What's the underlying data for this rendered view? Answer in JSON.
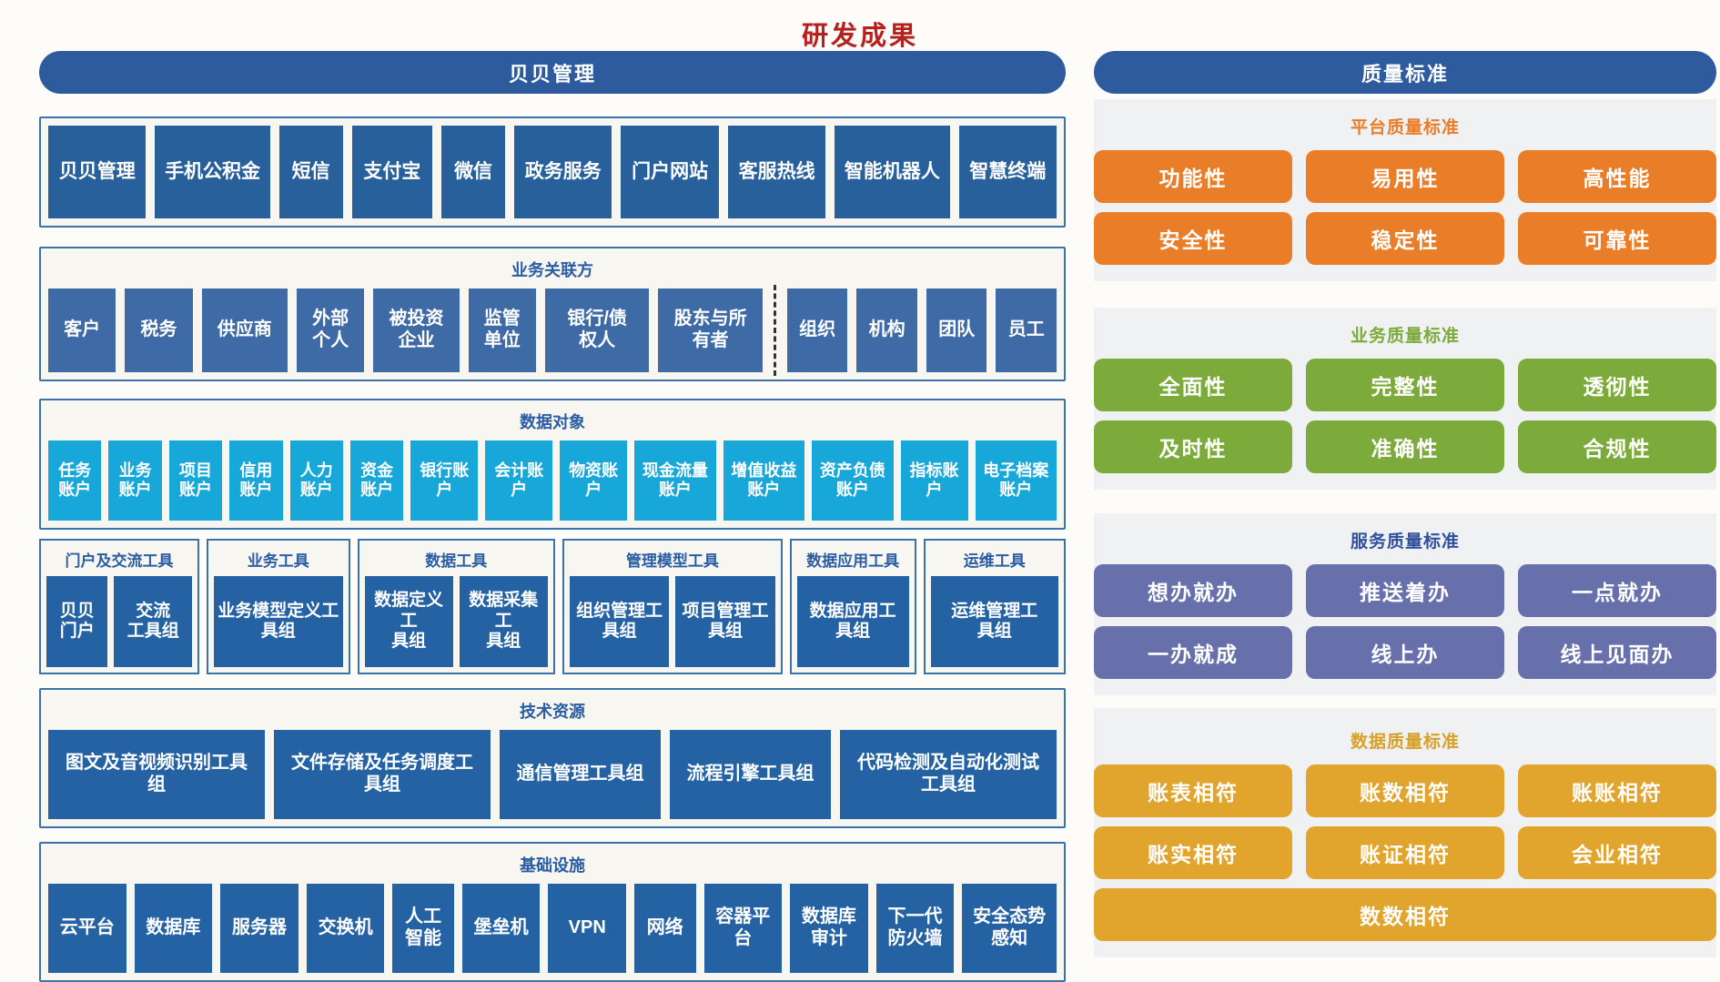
{
  "page_title": "研发成果",
  "colors": {
    "title_red": "#b5211f",
    "panel_blue": "#2d5b9e",
    "blue1": "#28609b",
    "blue2": "#3e6ba6",
    "blue3": "#2462a3",
    "cyan": "#18a7d9",
    "orange": "#ea7e28",
    "green": "#7cab3b",
    "purple": "#6770aa",
    "gold": "#e1a42d"
  },
  "left_panel": {
    "header": "贝贝管理",
    "channels": [
      "贝贝管理",
      "手机公积金",
      "短信",
      "支付宝",
      "微信",
      "政务服务",
      "门户网站",
      "客服热线",
      "智能机器人",
      "智慧终端"
    ],
    "stakeholders": {
      "title": "业务关联方",
      "external": [
        "客户",
        "税务",
        "供应商",
        "外部\n个人",
        "被投资\n企业",
        "监管\n单位",
        "银行/债\n权人",
        "股东与所\n有者"
      ],
      "internal": [
        "组织",
        "机构",
        "团队",
        "员工"
      ]
    },
    "data_objects": {
      "title": "数据对象",
      "items": [
        "任务\n账户",
        "业务\n账户",
        "项目\n账户",
        "信用\n账户",
        "人力\n账户",
        "资金\n账户",
        "银行账\n户",
        "会计账\n户",
        "物资账\n户",
        "现金流量\n账户",
        "增值收益\n账户",
        "资产负债\n账户",
        "指标账\n户",
        "电子档案\n账户"
      ]
    },
    "tool_groups": [
      {
        "title": "门户及交流工具",
        "items": [
          "贝贝\n门户",
          "交流\n工具组"
        ]
      },
      {
        "title": "业务工具",
        "items": [
          "业务模型定义工\n具组"
        ]
      },
      {
        "title": "数据工具",
        "items": [
          "数据定义工\n具组",
          "数据采集工\n具组"
        ]
      },
      {
        "title": "管理模型工具",
        "items": [
          "组织管理工\n具组",
          "项目管理工\n具组"
        ]
      },
      {
        "title": "数据应用工具",
        "items": [
          "数据应用工\n具组"
        ]
      },
      {
        "title": "运维工具",
        "items": [
          "运维管理工\n具组"
        ]
      }
    ],
    "tech_resources": {
      "title": "技术资源",
      "items": [
        "图文及音视频识别工具\n组",
        "文件存储及任务调度工\n具组",
        "通信管理工具组",
        "流程引擎工具组",
        "代码检测及自动化测试\n工具组"
      ]
    },
    "infrastructure": {
      "title": "基础设施",
      "items": [
        "云平台",
        "数据库",
        "服务器",
        "交换机",
        "人工\n智能",
        "堡垒机",
        "VPN",
        "网络",
        "容器平\n台",
        "数据库\n审计",
        "下一代\n防火墙",
        "安全态势\n感知"
      ]
    }
  },
  "right_panel": {
    "header": "质量标准",
    "sections": [
      {
        "title": "平台质量标准",
        "items": [
          "功能性",
          "易用性",
          "高性能",
          "安全性",
          "稳定性",
          "可靠性"
        ]
      },
      {
        "title": "业务质量标准",
        "items": [
          "全面性",
          "完整性",
          "透彻性",
          "及时性",
          "准确性",
          "合规性"
        ]
      },
      {
        "title": "服务质量标准",
        "items": [
          "想办就办",
          "推送着办",
          "一点就办",
          "一办就成",
          "线上办",
          "线上见面办"
        ]
      },
      {
        "title": "数据质量标准",
        "items": [
          "账表相符",
          "账数相符",
          "账账相符",
          "账实相符",
          "账证相符",
          "会业相符"
        ],
        "full_width_item": "数数相符"
      }
    ]
  }
}
